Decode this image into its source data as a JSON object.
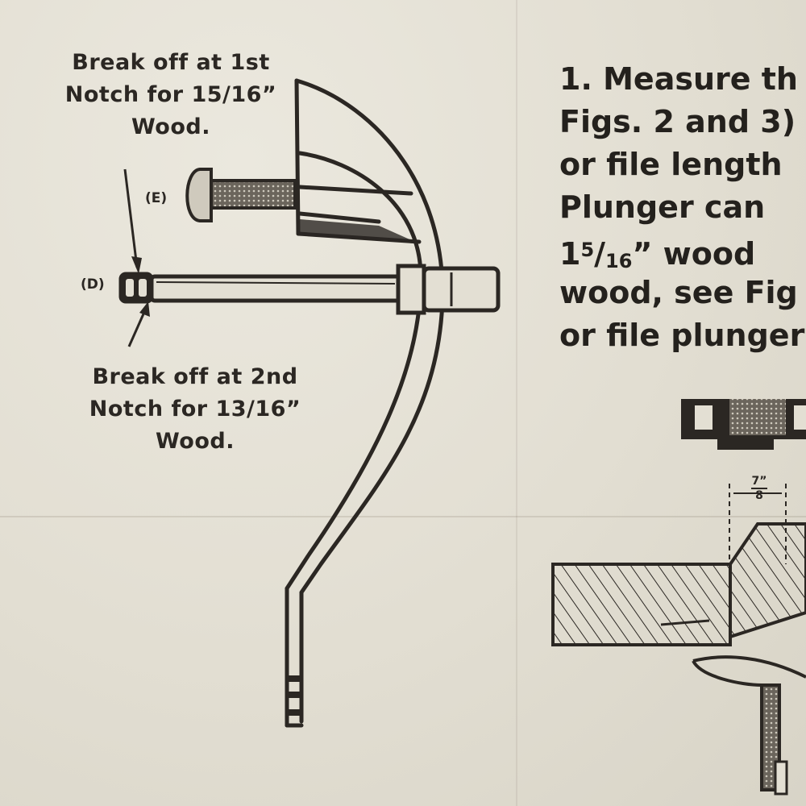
{
  "captions": {
    "top": [
      "Break off at 1st",
      "Notch for 15/16”",
      "Wood."
    ],
    "bottom": [
      "Break off at 2nd",
      "Notch for 13/16”",
      "Wood."
    ]
  },
  "labels": {
    "e": "(E)",
    "d": "(D)"
  },
  "instructions": {
    "line1": "1. Measure th",
    "line2": "Figs. 2 and 3)",
    "line3": "or file length",
    "line4": "Plunger can",
    "line5_whole": "1",
    "line5_num": "5",
    "line5_den": "16",
    "line5_rest": "” wood",
    "line6": "wood, see Fig",
    "line7": "or file plunger"
  },
  "dimension": {
    "num": "7”",
    "den": "8"
  }
}
